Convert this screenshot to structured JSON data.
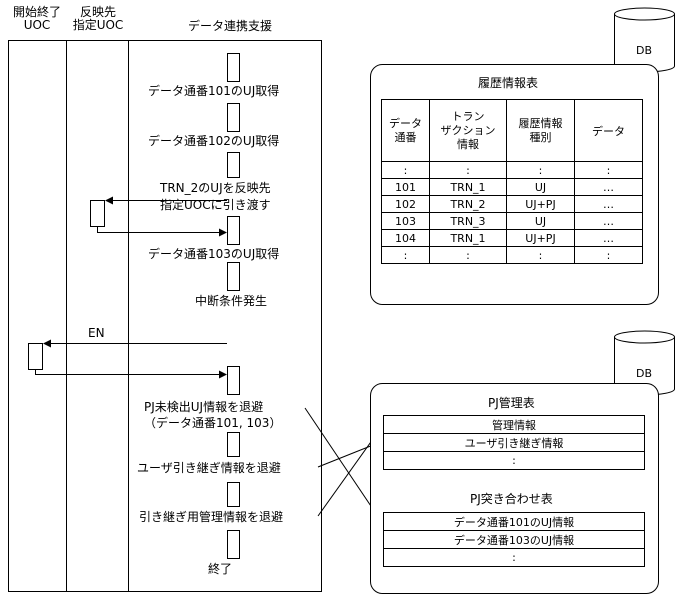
{
  "headers": {
    "col1": "開始終了\nUOC",
    "col2": "反映先\n指定UOC",
    "col3": "データ連携支援"
  },
  "steps": {
    "s1": "データ通番101のUJ取得",
    "s2": "データ通番102のUJ取得",
    "s3": "TRN_2のUJを反映先\n指定UOCに引き渡す",
    "s4": "データ通番103のUJ取得",
    "s5": "中断条件発生",
    "s6": "PJ未検出UJ情報を退避\n（データ通番101, 103）",
    "s7": "ユーザ引き継ぎ情報を退避",
    "s8": "引き継ぎ用管理情報を退避",
    "s9": "終了"
  },
  "en_label": "EN",
  "db_label": "DB",
  "history": {
    "title": "履歴情報表",
    "columns": [
      "データ\n通番",
      "トラン\nザクション\n情報",
      "履歴情報\n種別",
      "データ"
    ],
    "rows": [
      [
        ":",
        ":",
        ":",
        ":"
      ],
      [
        "101",
        "TRN_1",
        "UJ",
        "…"
      ],
      [
        "102",
        "TRN_2",
        "UJ+PJ",
        "…"
      ],
      [
        "103",
        "TRN_3",
        "UJ",
        "…"
      ],
      [
        "104",
        "TRN_1",
        "UJ+PJ",
        "…"
      ],
      [
        ":",
        ":",
        ":",
        ":"
      ]
    ]
  },
  "pj_mgmt": {
    "title": "PJ管理表",
    "rows": [
      "管理情報",
      "ユーザ引き継ぎ情報",
      ":"
    ]
  },
  "pj_match": {
    "title": "PJ突き合わせ表",
    "rows": [
      "データ通番101のUJ情報",
      "データ通番103のUJ情報",
      ":"
    ]
  }
}
